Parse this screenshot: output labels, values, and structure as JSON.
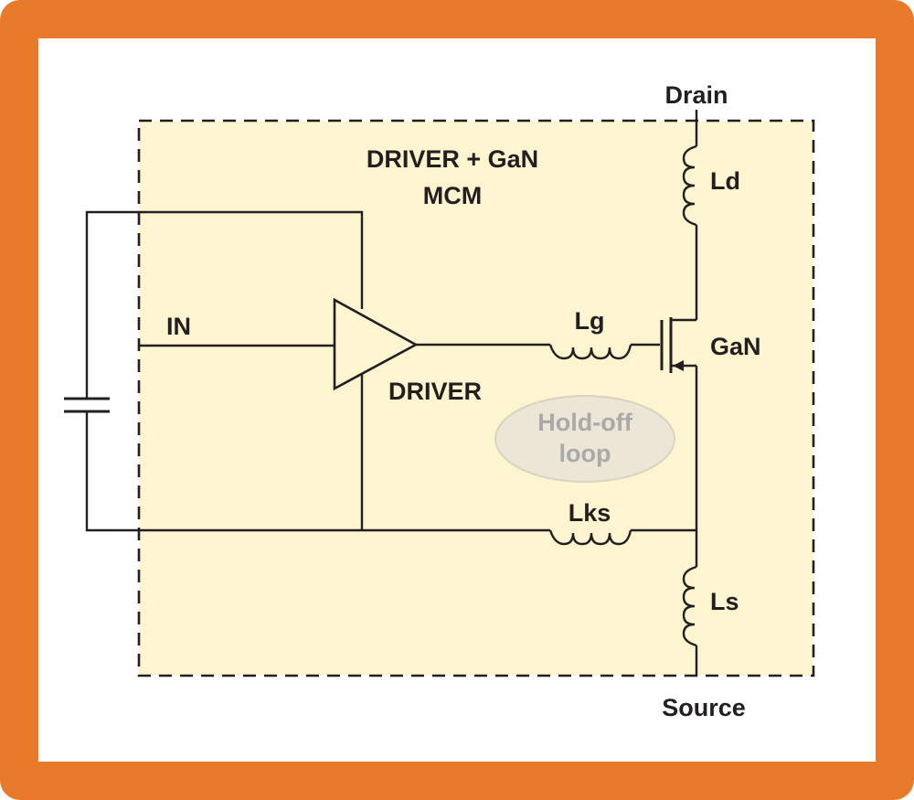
{
  "diagram": {
    "title_line1": "DRIVER + GaN",
    "title_line2": "MCM",
    "label_drain": "Drain",
    "label_source": "Source",
    "label_ld": "Ld",
    "label_lg": "Lg",
    "label_gan": "GaN",
    "label_in": "IN",
    "label_driver": "DRIVER",
    "label_lks": "Lks",
    "label_ls": "Ls",
    "holdoff_line1": "Hold-off",
    "holdoff_line2": "loop"
  },
  "colors": {
    "border": "#e87a2c",
    "module_fill": "#fcf5d0",
    "module_stroke": "#231f20",
    "wire": "#231f20",
    "holdoff_fill": "#ebe6d6",
    "holdoff_text": "#a9a9a9"
  }
}
